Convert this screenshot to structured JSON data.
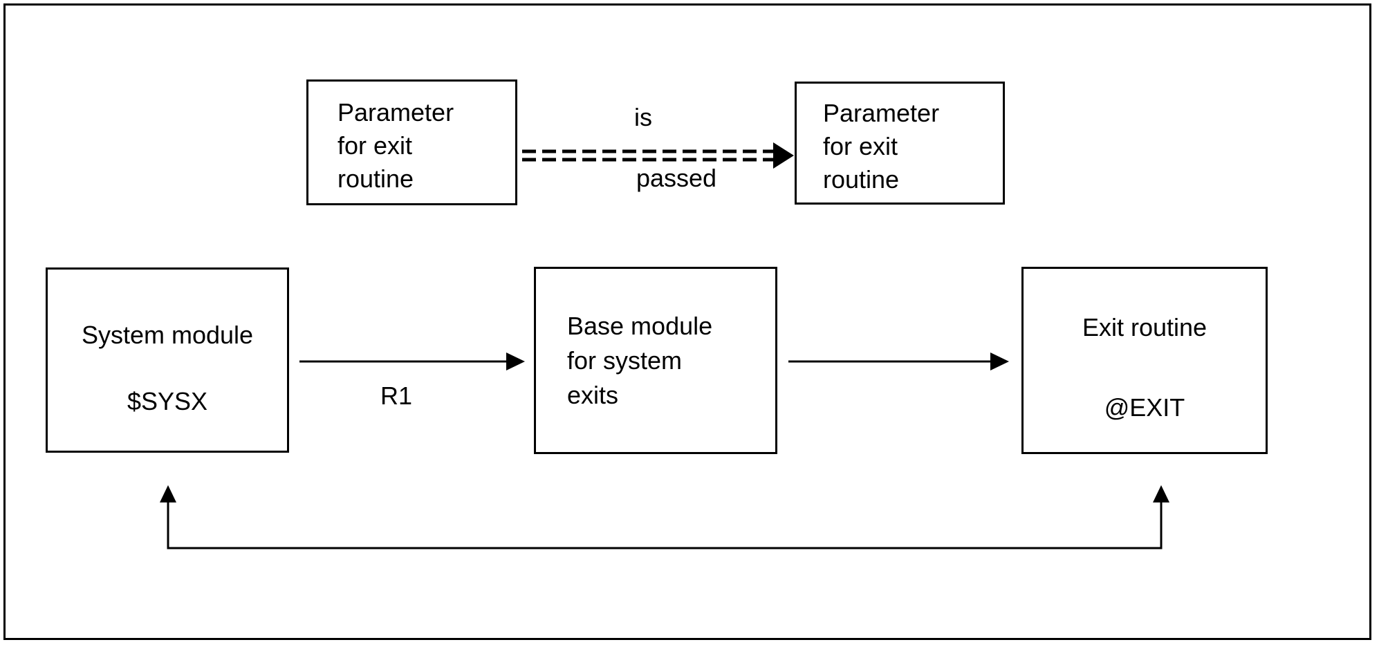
{
  "colors": {
    "ink": "#000000",
    "background": "#ffffff"
  },
  "nodes": {
    "param_source": {
      "lines": [
        "Parameter",
        "for exit",
        "routine"
      ]
    },
    "param_destination": {
      "lines": [
        "Parameter",
        "for exit",
        "routine"
      ]
    },
    "system_module": {
      "title": "System module",
      "subtitle": "$SYSX"
    },
    "base_module": {
      "lines": [
        "Base module",
        "for system",
        "exits"
      ]
    },
    "exit_routine": {
      "title": "Exit routine",
      "subtitle": "@EXIT"
    }
  },
  "labels": {
    "passed_arrow_top": "is",
    "passed_arrow_bottom": "passed",
    "register": "R1"
  }
}
